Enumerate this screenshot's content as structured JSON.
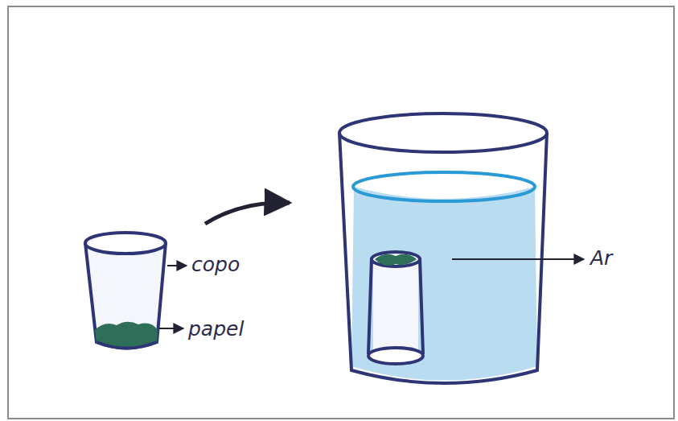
{
  "diagram": {
    "labels": [
      "copo",
      "papel",
      "Ar"
    ]
  }
}
